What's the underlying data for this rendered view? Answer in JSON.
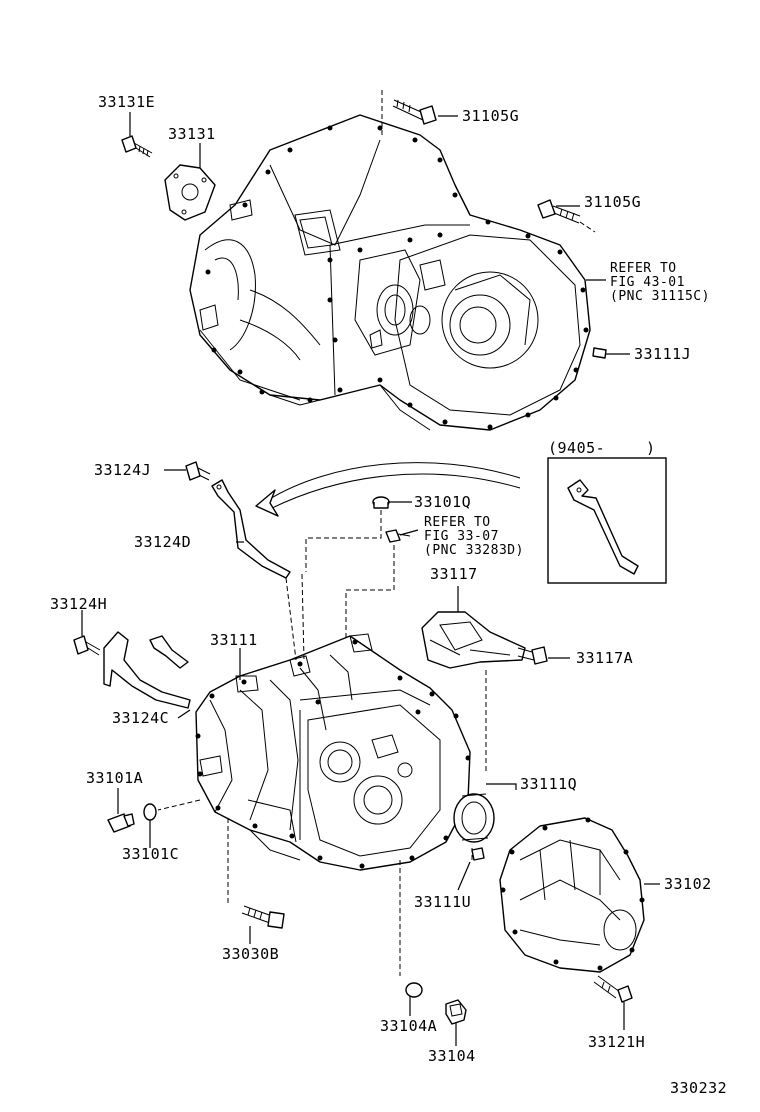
{
  "labels": {
    "p33131E": "33131E",
    "p33131": "33131",
    "p31105G_top": "31105G",
    "p31105G_mid": "31105G",
    "refer1_line1": "REFER TO",
    "refer1_line2": "FIG 43-01",
    "refer1_line3": "(PNC 31115C)",
    "p33111J": "33111J",
    "p33124J": "33124J",
    "p33101Q": "33101Q",
    "refer2_line1": "REFER TO",
    "refer2_line2": "FIG 33-07",
    "refer2_line3": "(PNC 33283D)",
    "inset_label": "(9405-",
    "inset_close": ")",
    "p33124D": "33124D",
    "p33117": "33117",
    "p33124H": "33124H",
    "p33111": "33111",
    "p33117A": "33117A",
    "p33124C": "33124C",
    "p33101A": "33101A",
    "p33111Q": "33111Q",
    "p33101C": "33101C",
    "p33102": "33102",
    "p33111U": "33111U",
    "p33030B": "33030B",
    "p33104A": "33104A",
    "p33121H": "33121H",
    "p33104": "33104",
    "figure_number": "330232"
  }
}
